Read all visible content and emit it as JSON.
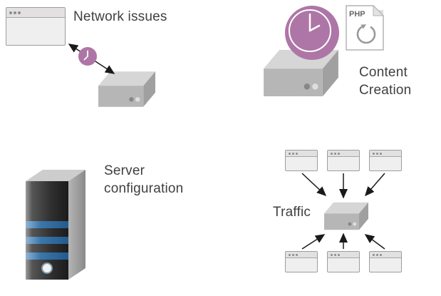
{
  "labels": {
    "network_issues": "Network issues",
    "content_creation": "Content Creation",
    "server_configuration": "Server configuration",
    "traffic": "Traffic",
    "php": "PHP"
  },
  "colors": {
    "clock_purple": "#ae76a6",
    "tower_blue": "#2e6da4",
    "arrow_black": "#1a1a1a",
    "server_gray": "#b6b6b6",
    "text_gray": "#3f3f3f"
  },
  "icon_names": [
    "browser-window-icon",
    "clock-icon",
    "rack-server-icon",
    "tower-server-icon",
    "php-file-icon"
  ]
}
